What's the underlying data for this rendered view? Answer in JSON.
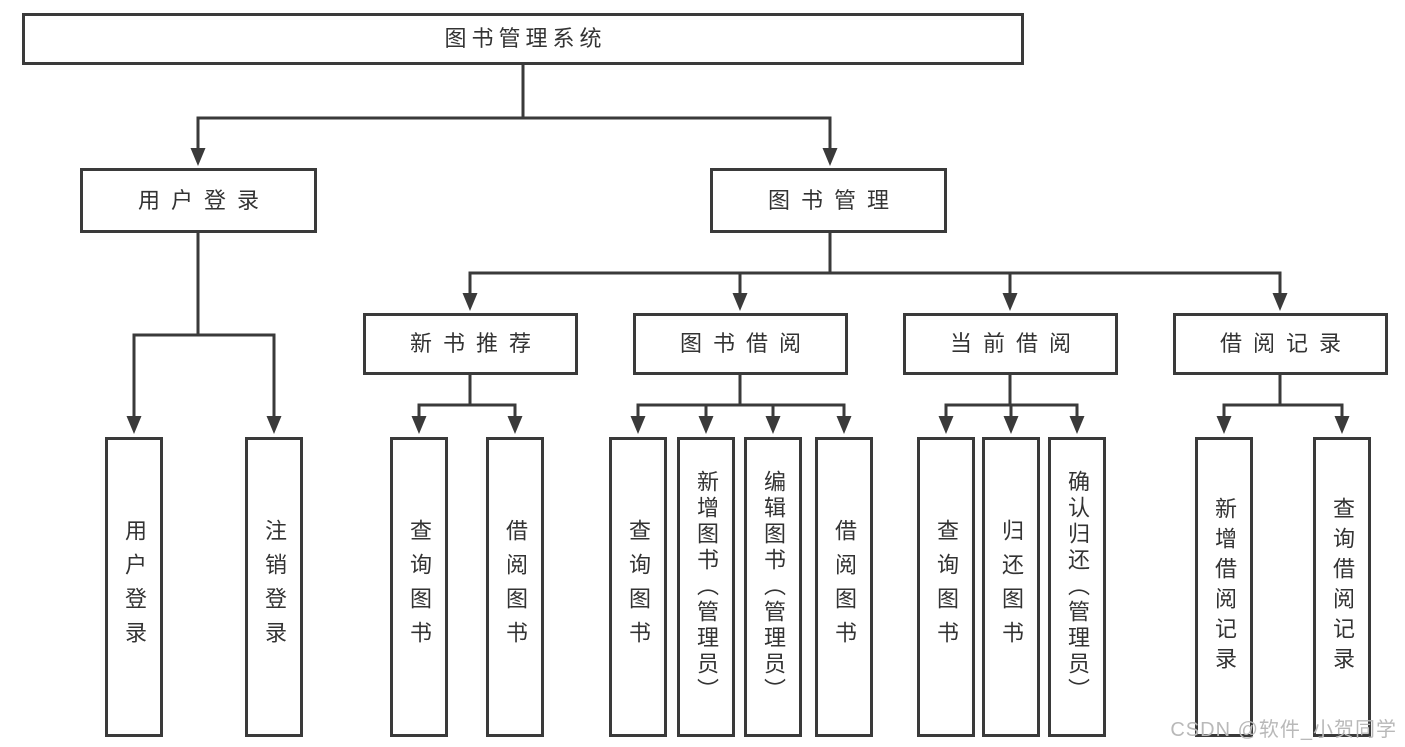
{
  "diagram": {
    "type": "hierarchy-tree",
    "tree": {
      "label": "图书管理系统",
      "children": [
        {
          "label": "用户登录",
          "children": [
            {
              "label": "用户登录"
            },
            {
              "label": "注销登录"
            }
          ]
        },
        {
          "label": "图书管理",
          "children": [
            {
              "label": "新书推荐",
              "children": [
                {
                  "label": "查询图书"
                },
                {
                  "label": "借阅图书"
                }
              ]
            },
            {
              "label": "图书借阅",
              "children": [
                {
                  "label": "查询图书"
                },
                {
                  "label": "新增图书（管理员）"
                },
                {
                  "label": "编辑图书（管理员）"
                },
                {
                  "label": "借阅图书"
                }
              ]
            },
            {
              "label": "当前借阅",
              "children": [
                {
                  "label": "查询图书"
                },
                {
                  "label": "归还图书"
                },
                {
                  "label": "确认归还（管理员）"
                }
              ]
            },
            {
              "label": "借阅记录",
              "children": [
                {
                  "label": "新增借阅记录"
                },
                {
                  "label": "查询借阅记录"
                }
              ]
            }
          ]
        }
      ]
    },
    "colors": {
      "line": "#3a3a3a",
      "text": "#333333",
      "background": "#ffffff",
      "watermark": "#b9b9b9"
    }
  },
  "watermark": "CSDN @软件_小贺同学"
}
